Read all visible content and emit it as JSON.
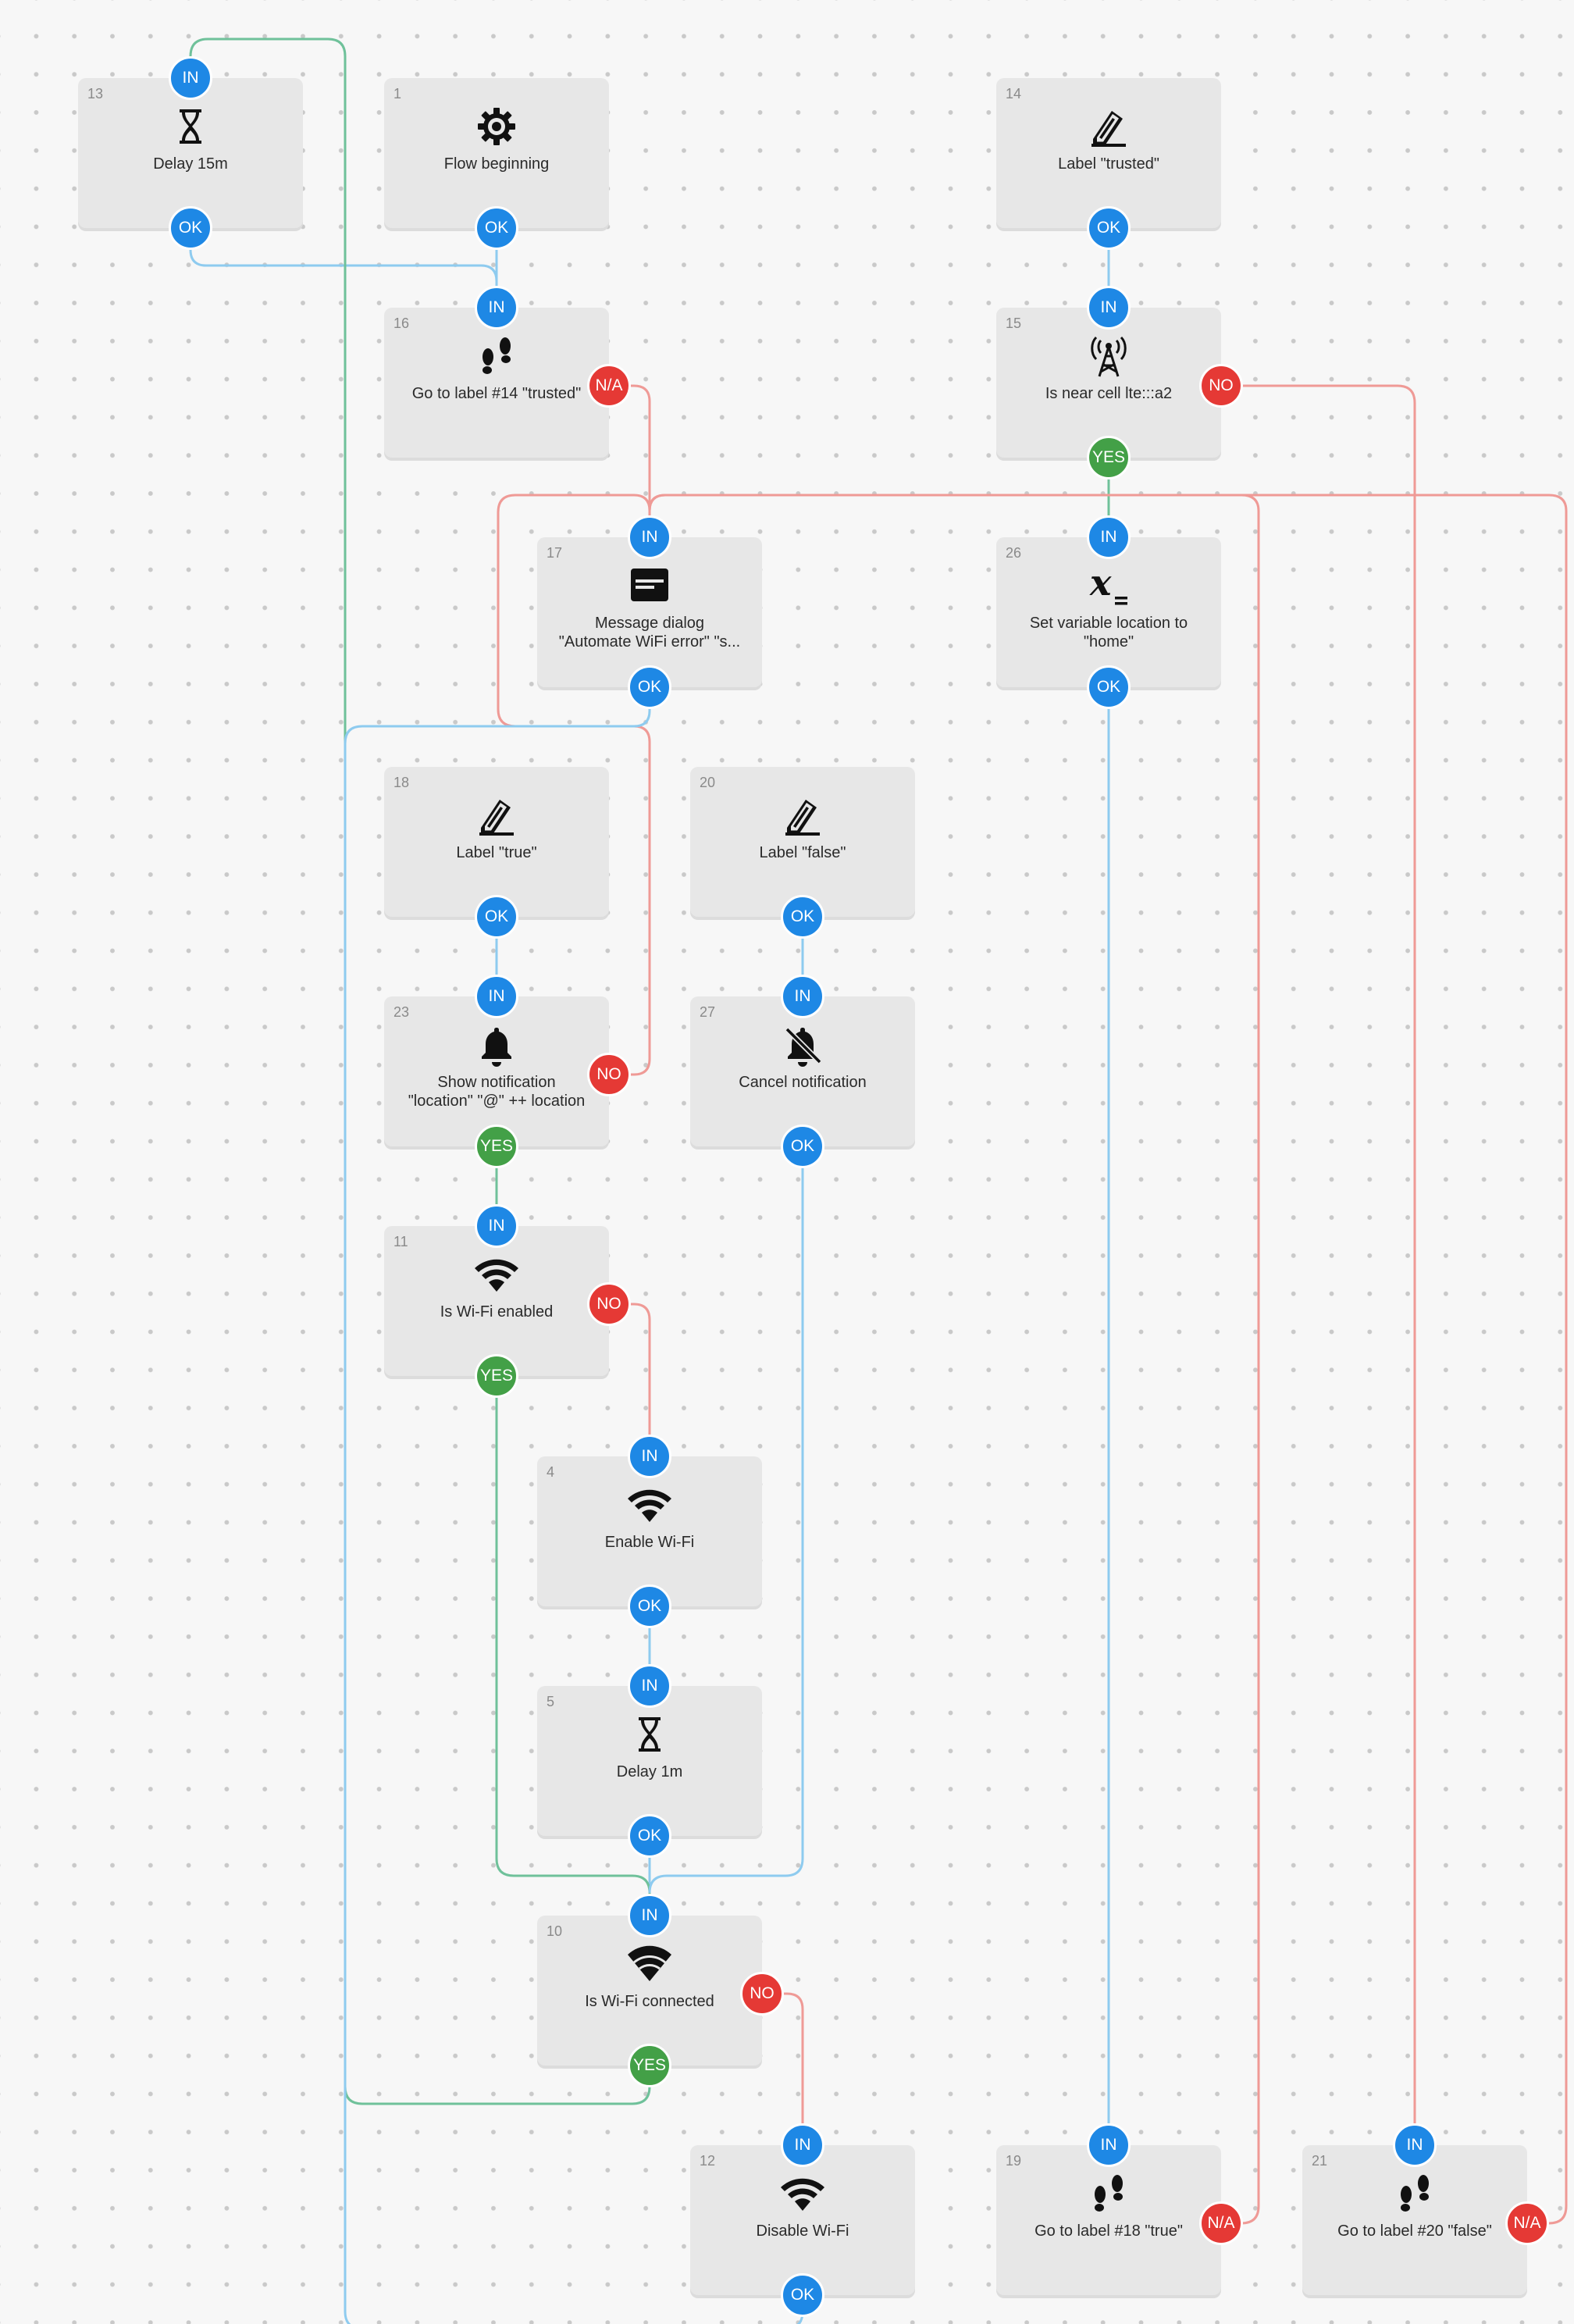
{
  "colors": {
    "port_in": "#1e88e5",
    "port_ok": "#1e88e5",
    "port_no": "#e53935",
    "port_yes": "#43a047",
    "wire_blue": "#8ecbef",
    "wire_red": "#ef9a96",
    "wire_green": "#6fc19a"
  },
  "nodes": [
    {
      "num": "13",
      "icon": "hourglass-icon",
      "label": "Delay 15m",
      "ports": {
        "in": "IN",
        "ok": "OK"
      }
    },
    {
      "num": "1",
      "icon": "gear-icon",
      "label": "Flow beginning",
      "ports": {
        "ok": "OK"
      }
    },
    {
      "num": "14",
      "icon": "label-pencil-icon",
      "label": "Label \"trusted\"",
      "ports": {
        "ok": "OK"
      }
    },
    {
      "num": "16",
      "icon": "footprints-icon",
      "label": "Go to label #14 \"trusted\"",
      "ports": {
        "in": "IN",
        "na": "N/A"
      }
    },
    {
      "num": "15",
      "icon": "cell-tower-icon",
      "label": "Is near cell lte:::a2",
      "ports": {
        "in": "IN",
        "no": "NO",
        "yes": "YES"
      }
    },
    {
      "num": "17",
      "icon": "message-dialog-icon",
      "label": "Message dialog\n\"Automate WiFi error\" \"s...",
      "ports": {
        "in": "IN",
        "ok": "OK"
      }
    },
    {
      "num": "26",
      "icon": "variable-x-icon",
      "label": "Set variable location to\n\"home\"",
      "ports": {
        "in": "IN",
        "ok": "OK"
      }
    },
    {
      "num": "18",
      "icon": "label-pencil-icon",
      "label": "Label \"true\"",
      "ports": {
        "ok": "OK"
      }
    },
    {
      "num": "20",
      "icon": "label-pencil-icon",
      "label": "Label \"false\"",
      "ports": {
        "ok": "OK"
      }
    },
    {
      "num": "23",
      "icon": "bell-icon",
      "label": "Show notification\n\"location\" \"@\" ++ location",
      "ports": {
        "in": "IN",
        "no": "NO",
        "yes": "YES"
      }
    },
    {
      "num": "27",
      "icon": "bell-off-icon",
      "label": "Cancel notification",
      "ports": {
        "in": "IN",
        "ok": "OK"
      }
    },
    {
      "num": "11",
      "icon": "wifi-icon",
      "label": "Is Wi-Fi enabled",
      "ports": {
        "in": "IN",
        "no": "NO",
        "yes": "YES"
      }
    },
    {
      "num": "4",
      "icon": "wifi-icon",
      "label": "Enable Wi-Fi",
      "ports": {
        "in": "IN",
        "ok": "OK"
      }
    },
    {
      "num": "5",
      "icon": "hourglass-icon",
      "label": "Delay 1m",
      "ports": {
        "in": "IN",
        "ok": "OK"
      }
    },
    {
      "num": "10",
      "icon": "wifi-connected-icon",
      "label": "Is Wi-Fi connected",
      "ports": {
        "in": "IN",
        "no": "NO",
        "yes": "YES"
      }
    },
    {
      "num": "12",
      "icon": "wifi-icon",
      "label": "Disable Wi-Fi",
      "ports": {
        "in": "IN",
        "ok": "OK"
      }
    },
    {
      "num": "19",
      "icon": "footprints-icon",
      "label": "Go to label #18 \"true\"",
      "ports": {
        "in": "IN",
        "na": "N/A"
      }
    },
    {
      "num": "21",
      "icon": "footprints-icon",
      "label": "Go to label #20 \"false\"",
      "ports": {
        "in": "IN",
        "na": "N/A"
      }
    }
  ]
}
